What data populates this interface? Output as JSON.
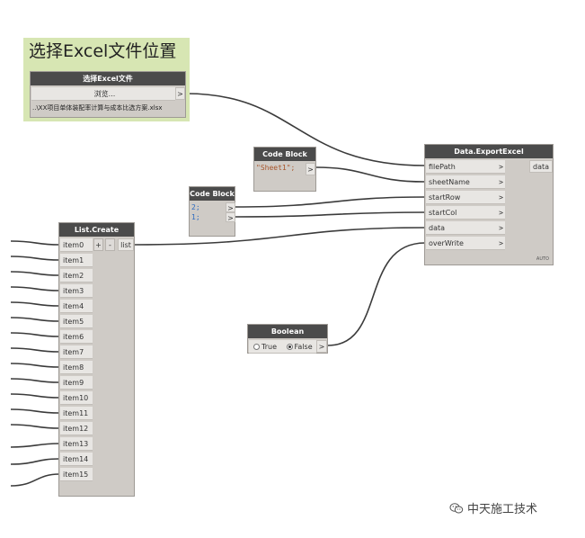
{
  "group": {
    "title": "选择Excel文件位置"
  },
  "file_node": {
    "title": "选择Excel文件",
    "browse_label": "浏览...",
    "out_arrow": ">",
    "path_value": "..\\XX项目单体装配率计算与成本比选方案.xlsx"
  },
  "code_block_1": {
    "title": "Code Block",
    "code": "\"Sheet1\";",
    "out_arrow": ">"
  },
  "code_block_2": {
    "title": "Code Block",
    "line1": "2;",
    "line2": "1;",
    "out_arrow": ">"
  },
  "export_node": {
    "title": "Data.ExportExcel",
    "inputs": [
      "filePath",
      "sheetName",
      "startRow",
      "startCol",
      "data",
      "overWrite"
    ],
    "output": "data",
    "lacing": "AUTO",
    "arrow": ">"
  },
  "list_node": {
    "title": "List.Create",
    "items": [
      "item0",
      "item1",
      "item2",
      "item3",
      "item4",
      "item5",
      "item6",
      "item7",
      "item8",
      "item9",
      "item10",
      "item11",
      "item12",
      "item13",
      "item14",
      "item15"
    ],
    "add_label": "+",
    "remove_label": "-",
    "output": "list"
  },
  "boolean_node": {
    "title": "Boolean",
    "true_label": "True",
    "false_label": "False",
    "selected": "False",
    "out_arrow": ">"
  },
  "watermark": {
    "text": "中天施工技术"
  },
  "colors": {
    "wire": "#3b3b3b",
    "group_bg": "#d7e6b3",
    "header_bg": "#4b4b4b",
    "node_bg": "#cfcbc6"
  }
}
